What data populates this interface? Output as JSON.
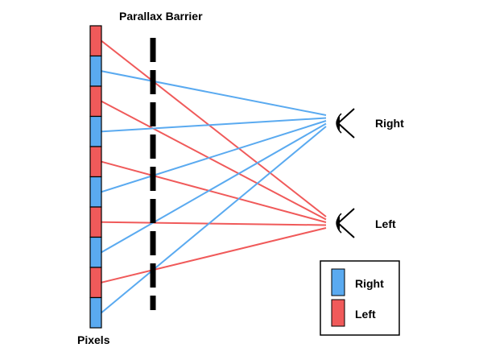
{
  "title": "Parallax Barrier",
  "pixels_label": "Pixels",
  "eyes": {
    "right": {
      "label": "Right"
    },
    "left": {
      "label": "Left"
    }
  },
  "legend": {
    "items": [
      {
        "label": "Right",
        "color": "#5aaaf0"
      },
      {
        "label": "Left",
        "color": "#f05a5a"
      }
    ]
  },
  "pixel_column": [
    "left",
    "right",
    "left",
    "right",
    "left",
    "right",
    "left",
    "right",
    "left",
    "right"
  ],
  "colors": {
    "right": "#5aaaf0",
    "left": "#f05a5a",
    "barrier": "#000000",
    "outline": "#000000"
  }
}
